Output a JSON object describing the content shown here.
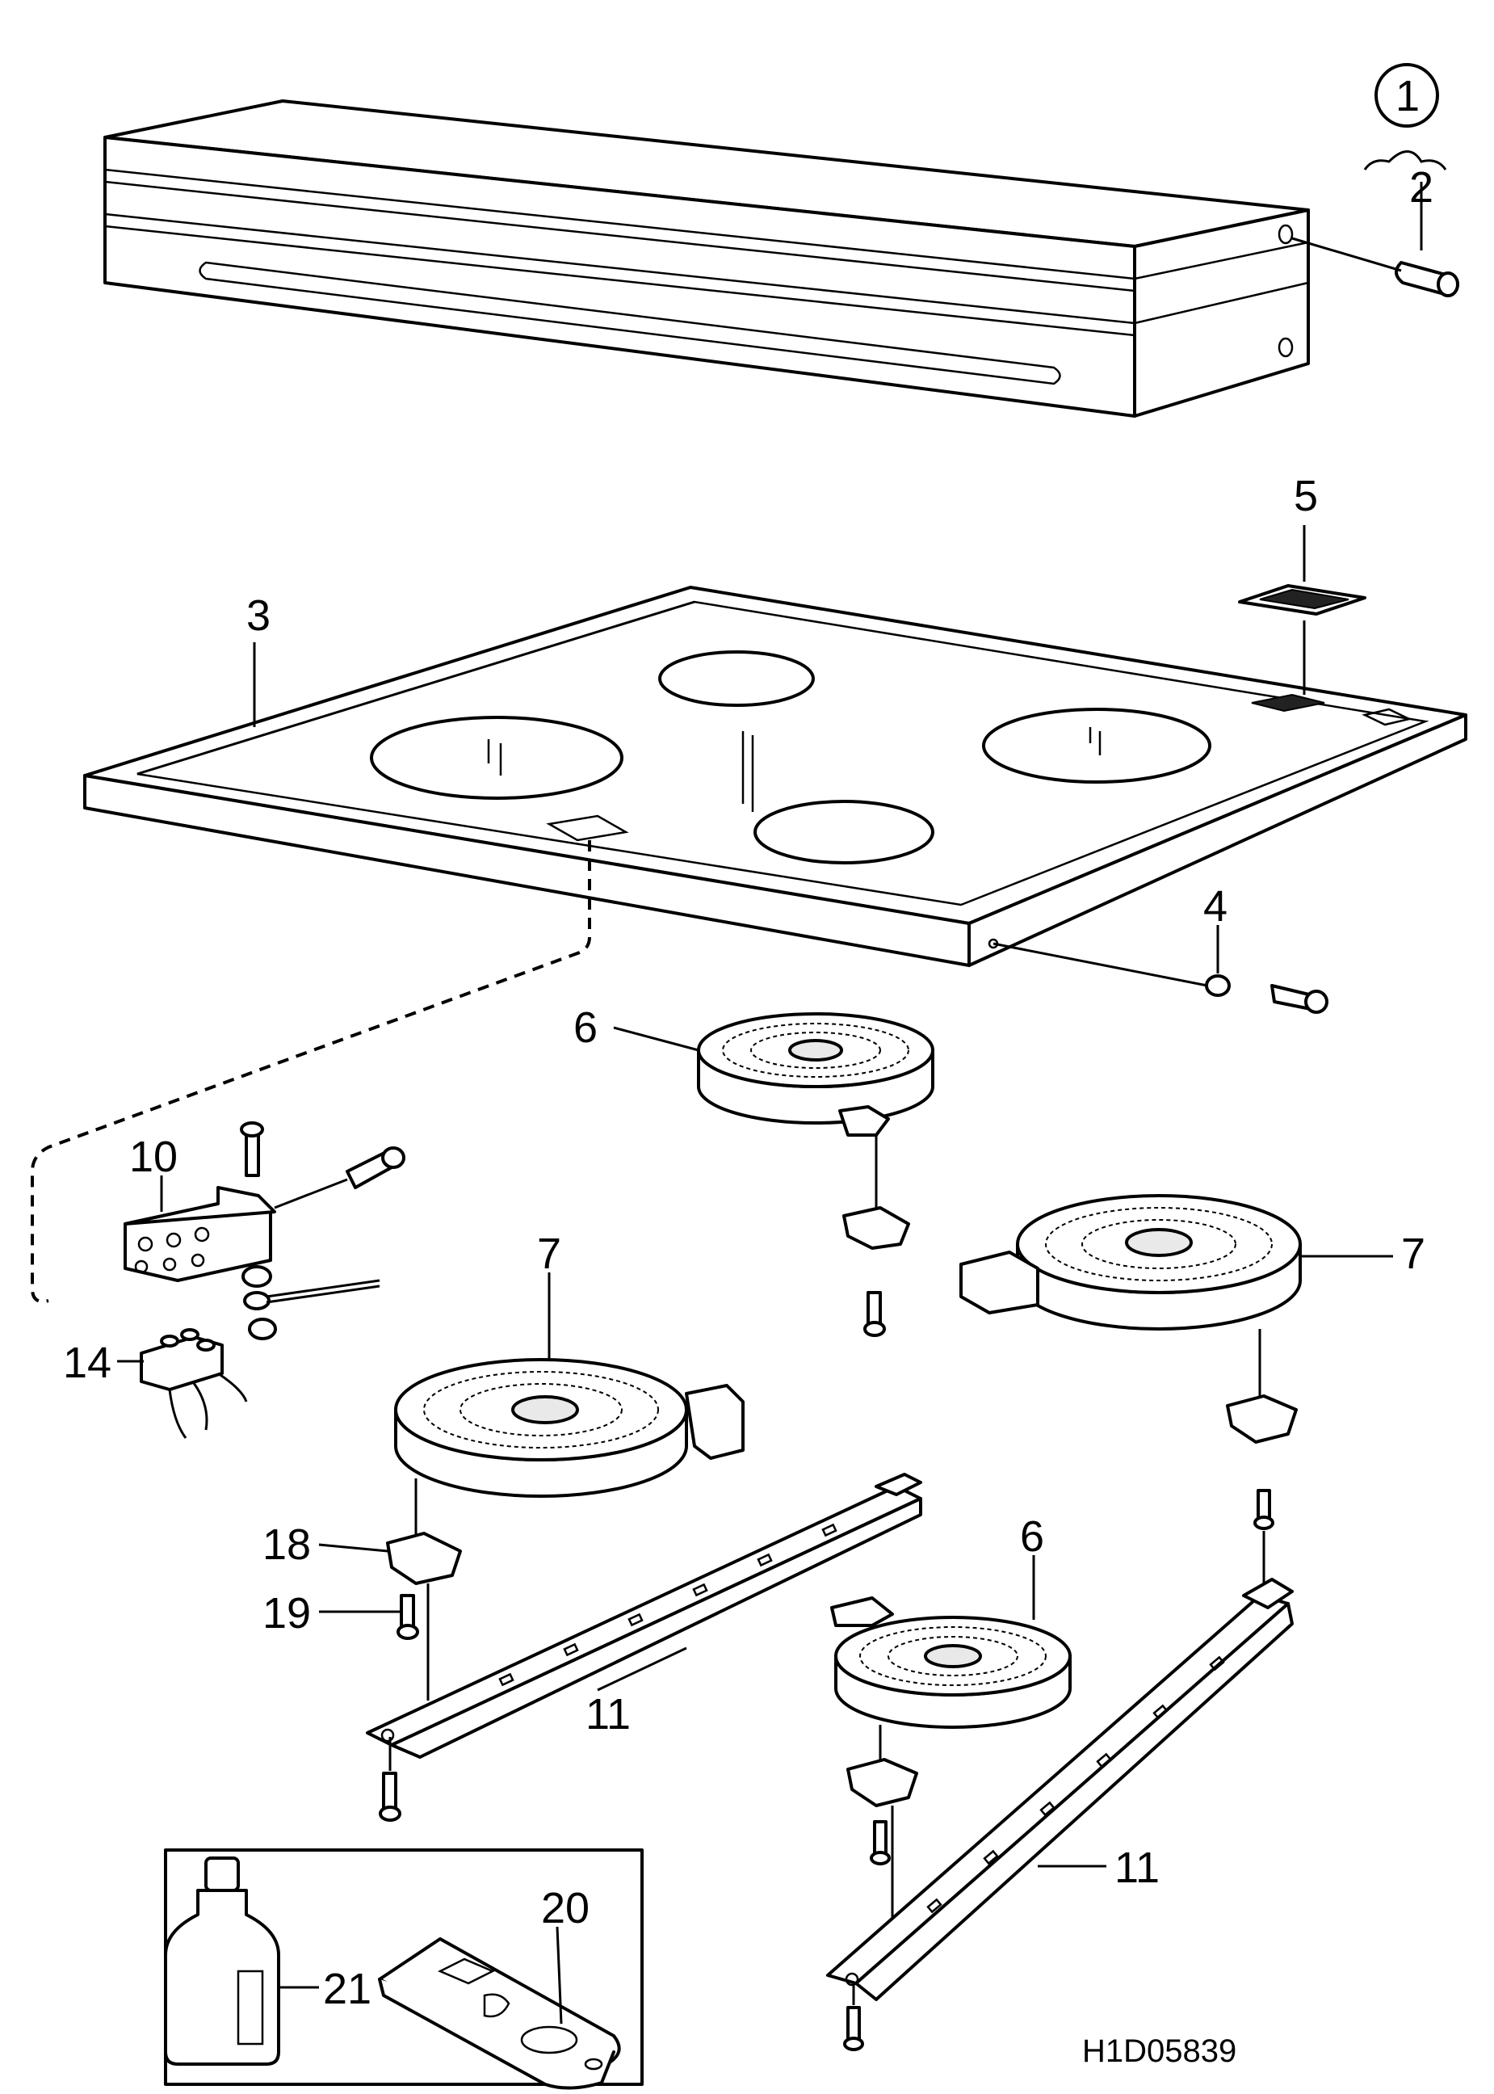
{
  "callouts": {
    "c1": "1",
    "c2": "2",
    "c3": "3",
    "c4": "4",
    "c5": "5",
    "c6a": "6",
    "c6b": "6",
    "c7a": "7",
    "c7b": "7",
    "c10": "10",
    "c11a": "11",
    "c11b": "11",
    "c14": "14",
    "c18": "18",
    "c19": "19",
    "c20": "20",
    "c21": "21"
  },
  "drawing_code": "H1D05839"
}
